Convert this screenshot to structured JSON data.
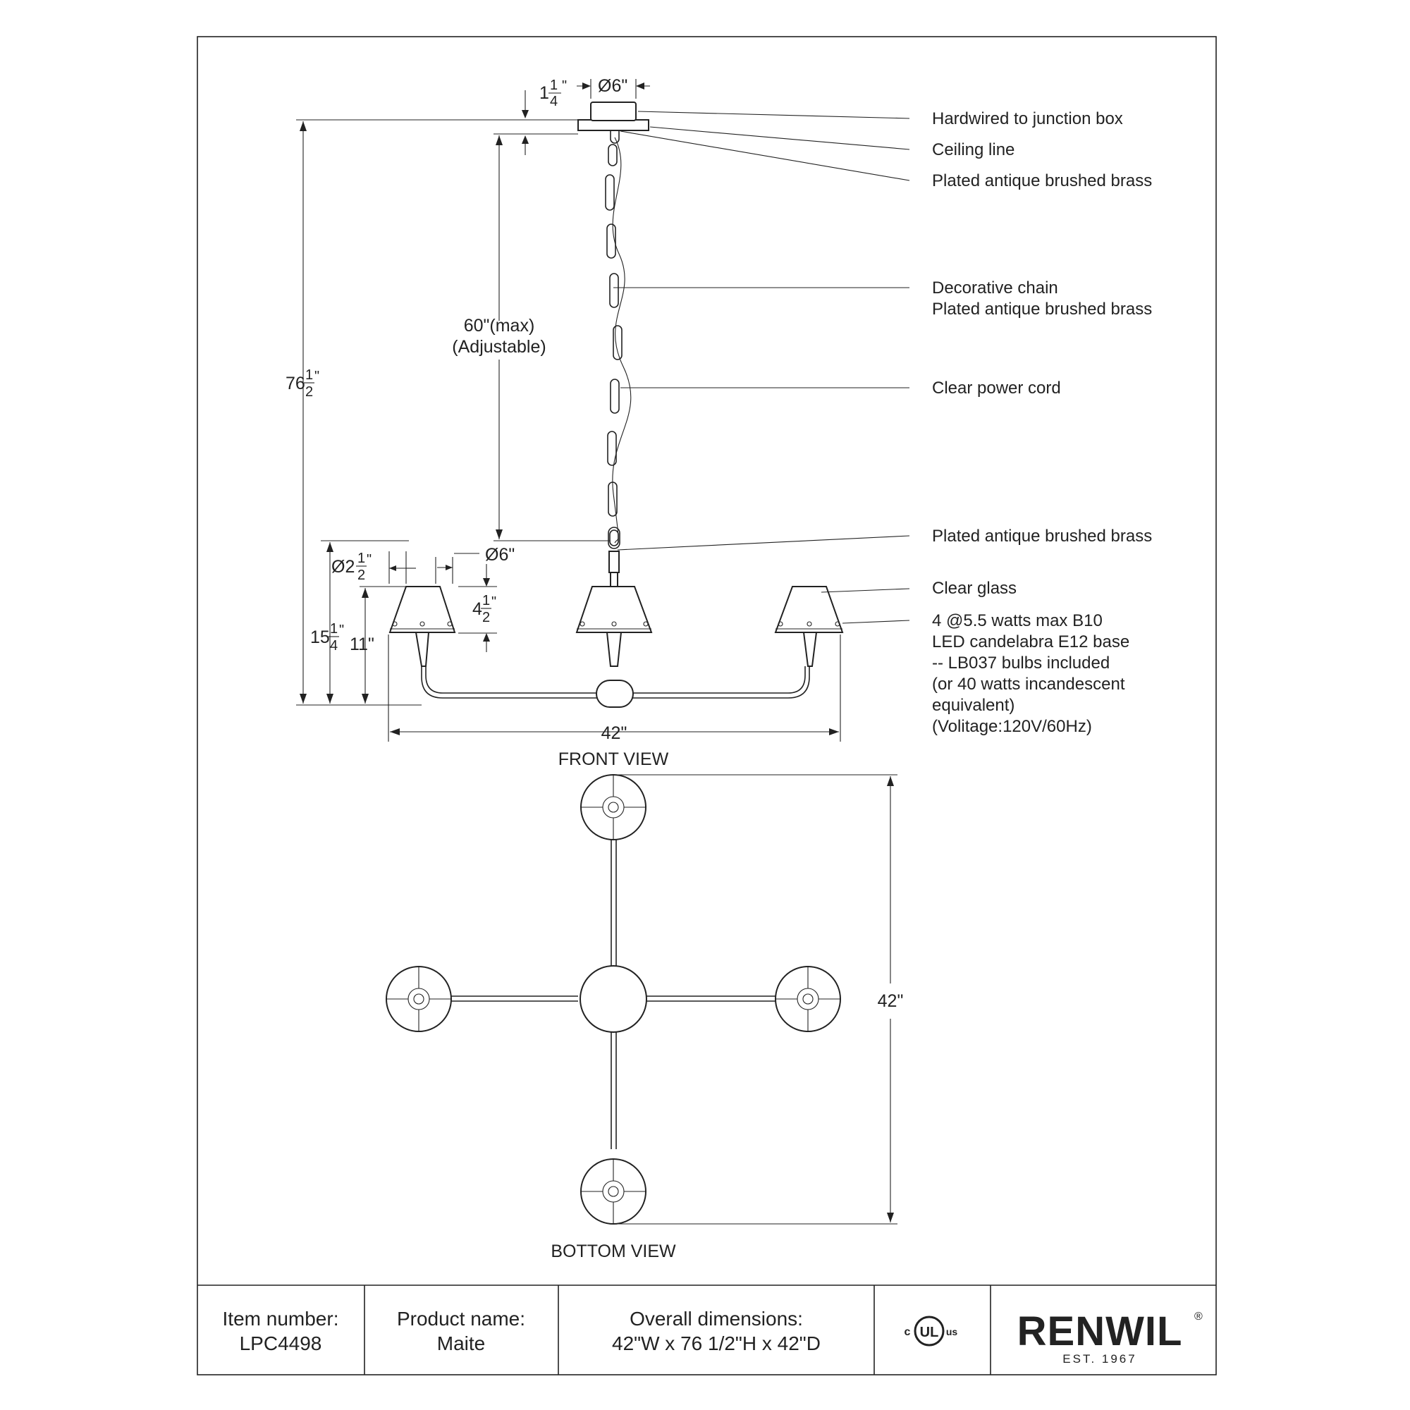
{
  "diagram": {
    "callouts": {
      "junction_box": "Hardwired to junction box",
      "ceiling_line": "Ceiling line",
      "canopy_finish": "Plated antique brushed brass",
      "chain_line1": "Decorative chain",
      "chain_line2": "Plated antique brushed brass",
      "cord": "Clear power cord",
      "body_finish": "Plated antique brushed brass",
      "glass": "Clear glass",
      "bulbs": [
        "4 @5.5 watts max B10",
        "LED candelabra E12 base",
        "-- LB037 bulbs included",
        "(or 40 watts incandescent",
        "equivalent)",
        "(Volitage:120V/60Hz)"
      ]
    },
    "dimensions": {
      "canopy_dia": "Ø6\"",
      "canopy_height_whole": "1",
      "canopy_height_frac_num": "1",
      "canopy_height_frac_den": "4",
      "canopy_height_unit": "\"",
      "chain_max_line1": "60\"(max)",
      "chain_max_line2": "(Adjustable)",
      "overall_height_whole": "76",
      "overall_height_frac_num": "1",
      "overall_height_frac_den": "2",
      "overall_height_unit": "\"",
      "shade_top_dia_whole": "Ø2",
      "shade_top_dia_frac_num": "1",
      "shade_top_dia_frac_den": "2",
      "shade_top_dia_unit": "\"",
      "shade_bottom_dia": "Ø6\"",
      "shade_height_whole": "4",
      "shade_height_frac_num": "1",
      "shade_height_frac_den": "2",
      "shade_height_unit": "\"",
      "body_height_whole": "15",
      "body_height_frac_num": "1",
      "body_height_frac_den": "4",
      "body_height_unit": "\"",
      "arm_height": "11\"",
      "width": "42\"",
      "depth": "42\""
    },
    "views": {
      "front": "FRONT VIEW",
      "bottom": "BOTTOM VIEW"
    }
  },
  "title_block": {
    "item_label": "Item number:",
    "item_value": "LPC4498",
    "product_label": "Product name:",
    "product_value": "Maite",
    "dims_label": "Overall dimensions:",
    "dims_value": "42\"W x 76 1/2\"H x 42\"D",
    "cert": {
      "c": "c",
      "ul": "UL",
      "us": "us"
    },
    "brand": "RENWIL",
    "brand_mark": "®",
    "est": "EST. 1967"
  },
  "colors": {
    "line": "#222222",
    "background": "#ffffff"
  }
}
